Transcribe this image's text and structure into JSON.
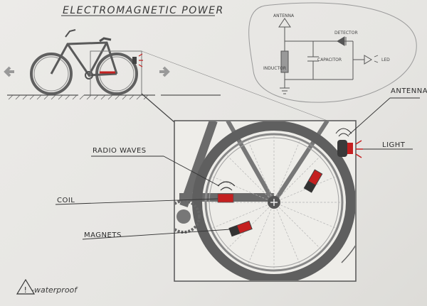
{
  "title": "ELECTROMAGNETIC POWER",
  "circuit": {
    "antenna": "ANTENNA",
    "detector": "DETECTOR",
    "inductor": "INDUCTOR",
    "capacitor": "CAPACITOR",
    "led": "LED"
  },
  "labels": {
    "antenna": "ANTENNA",
    "light": "LIGHT",
    "radio_waves": "RADIO WAVES",
    "coil": "COIL",
    "magnets": "MAGNETS"
  },
  "footer": {
    "waterproof": "-waterproof",
    "warning_symbol": "!"
  },
  "colors": {
    "ink": "#3a3a3a",
    "frame_gray": "#6b6b6b",
    "accent_red": "#c42020",
    "paper": "#e9e8e5"
  }
}
